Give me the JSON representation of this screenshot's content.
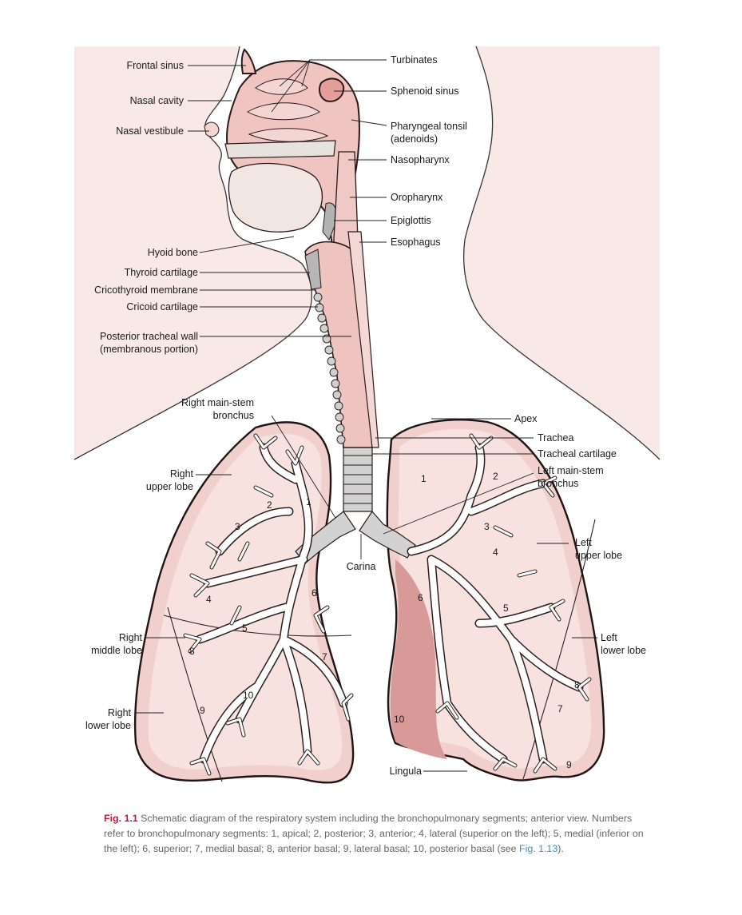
{
  "colors": {
    "tissue": "#efc4c1",
    "background_body": "#f8e9e7",
    "figure_number": "#c0163c",
    "figure_link": "#3a8fc7",
    "caption_text": "#666666"
  },
  "labels": {
    "frontal_sinus": "Frontal sinus",
    "nasal_cavity": "Nasal cavity",
    "nasal_vestibule": "Nasal vestibule",
    "turbinates": "Turbinates",
    "sphenoid_sinus": "Sphenoid sinus",
    "pharyngeal_tonsil_1": "Pharyngeal tonsil",
    "pharyngeal_tonsil_2": "(adenoids)",
    "nasopharynx": "Nasopharynx",
    "oropharynx": "Oropharynx",
    "epiglottis": "Epiglottis",
    "esophagus": "Esophagus",
    "hyoid_bone": "Hyoid bone",
    "thyroid_cartilage": "Thyroid cartilage",
    "cricothyroid_membrane": "Cricothyroid membrane",
    "cricoid_cartilage": "Cricoid cartilage",
    "posterior_tracheal_wall_1": "Posterior tracheal wall",
    "posterior_tracheal_wall_2": "(membranous portion)",
    "right_main_stem_1": "Right main-stem",
    "right_main_stem_2": "bronchus",
    "apex": "Apex",
    "trachea": "Trachea",
    "tracheal_cartilage": "Tracheal cartilage",
    "left_main_stem_1": "Left main-stem",
    "left_main_stem_2": "bronchus",
    "right_upper_lobe_1": "Right",
    "right_upper_lobe_2": "upper lobe",
    "carina": "Carina",
    "left_upper_lobe_1": "Left",
    "left_upper_lobe_2": "upper lobe",
    "right_middle_lobe_1": "Right",
    "right_middle_lobe_2": "middle lobe",
    "left_lower_lobe_1": "Left",
    "left_lower_lobe_2": "lower lobe",
    "right_lower_lobe_1": "Right",
    "right_lower_lobe_2": "lower lobe",
    "lingula": "Lingula"
  },
  "segments": {
    "r1": "1",
    "r2": "2",
    "r3": "3",
    "r4": "4",
    "r5": "5",
    "r6": "6",
    "r7": "7",
    "r8": "8",
    "r9": "9",
    "r10": "10",
    "l1": "1",
    "l2": "2",
    "l3": "3",
    "l4": "4",
    "l5": "5",
    "l6": "6",
    "l7": "7",
    "l8": "8",
    "l9": "9",
    "l10": "10"
  },
  "caption": {
    "fig_number": "Fig. 1.1",
    "text": " Schematic diagram of the respiratory system including the bronchopulmonary segments; anterior view. Numbers refer to bronchopulmonary segments: 1, apical; 2, posterior; 3, anterior; 4, lateral (superior on the left); 5, medial (inferior on the left); 6, superior; 7, medial basal; 8, anterior basal; 9, lateral basal; 10, posterior basal (see ",
    "fig_ref": "Fig. 1.13",
    "text_end": ")."
  }
}
